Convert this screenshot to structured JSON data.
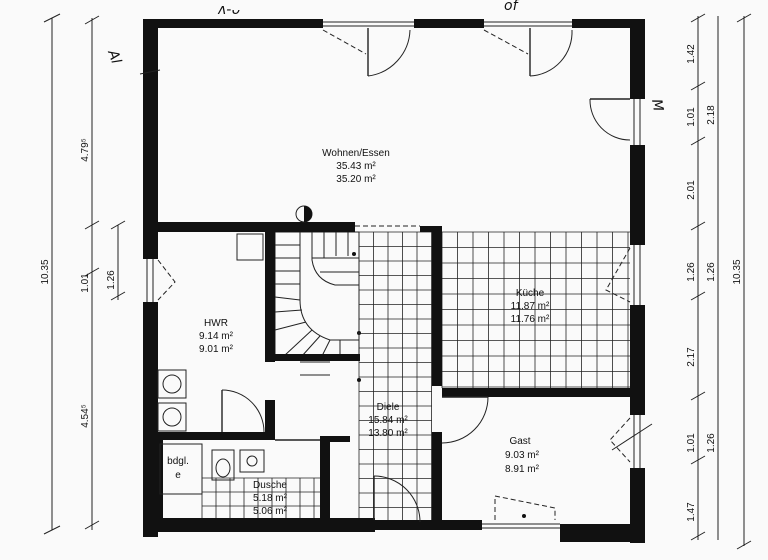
{
  "rooms": {
    "wohnen": {
      "name": "Wohnen/Essen",
      "area1": "35.43 m²",
      "area2": "35.20 m²"
    },
    "hwr": {
      "name": "HWR",
      "area1": "9.14 m²",
      "area2": "9.01 m²"
    },
    "kueche": {
      "name": "Küche",
      "area1": "11.87 m²",
      "area2": "11.76 m²"
    },
    "diele": {
      "name": "Diele",
      "area1": "15.84 m²",
      "area2": "13.80 m²"
    },
    "gast": {
      "name": "Gast",
      "area1": "9.03 m²",
      "area2": "8.91 m²"
    },
    "dusche": {
      "name": "Dusche",
      "area1": "5.18 m²",
      "area2": "5.06 m²"
    },
    "bdgl": {
      "name": "bdgl.",
      "sub": "e"
    }
  },
  "dimensions": {
    "left_outer_total": "10.35",
    "left_inner": [
      "4.79⁵",
      "1.01",
      "1.26",
      "4.54⁵"
    ],
    "right_inner": [
      "1.42",
      "1.01",
      "2.01",
      "1.26",
      "2.17",
      "1.01",
      "1.47"
    ],
    "right_mid": [
      "2.18",
      "1.26",
      "1.26"
    ],
    "right_outer_total": "10.35"
  },
  "handwritten": {
    "left_note": "Al",
    "right_note": "M",
    "top_note_1": "ᴧ-ᴗ",
    "top_note_2": "of"
  }
}
